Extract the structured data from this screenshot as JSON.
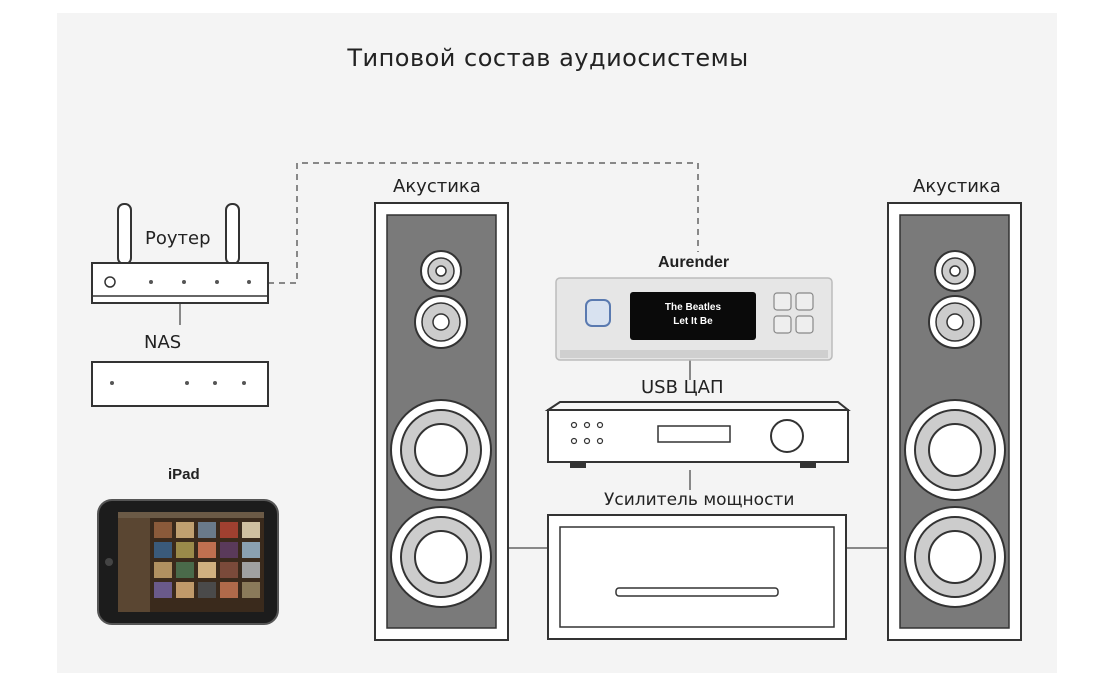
{
  "title": "Типовой состав аудиосистемы",
  "labels": {
    "speaker_left": "Акустика",
    "speaker_right": "Акустика",
    "router": "Роутер",
    "nas": "NAS",
    "aurender": "Aurender",
    "dac": "USB ЦАП",
    "amplifier": "Усилитель мощности",
    "ipad": "iPad"
  },
  "aurender_screen": {
    "line1": "The Beatles",
    "line2": "Let It Be"
  }
}
